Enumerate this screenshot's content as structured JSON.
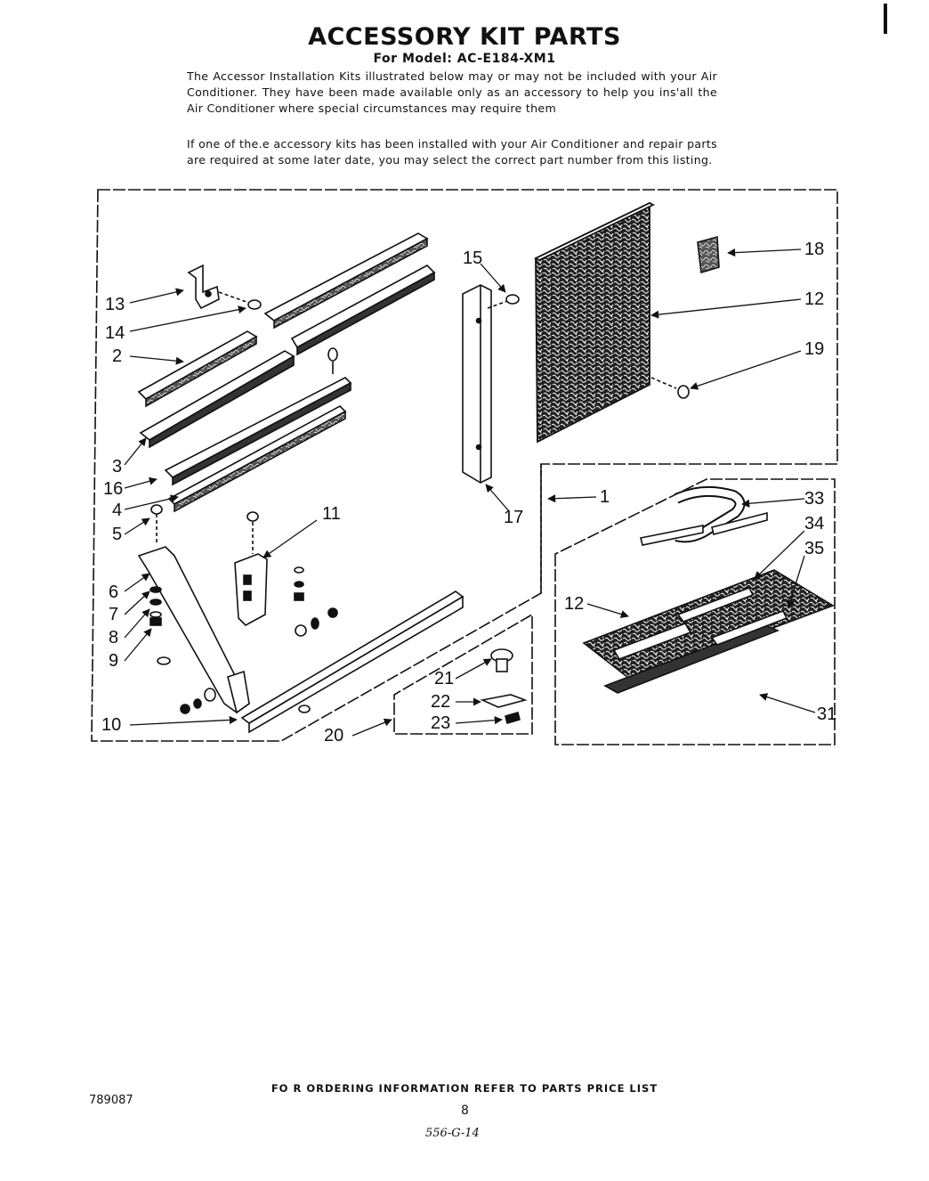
{
  "header": {
    "title": "ACCESSORY KIT PARTS",
    "model": "For Model: AC-E184-XM1"
  },
  "intro": {
    "paragraph1": "The Accessor Installation Kits illustrated below may or may not be included with your Air Conditioner. They have been made available only as an accessory to help you ins'all the Air Conditioner where special circumstances may require them",
    "paragraph2": "If one of the.e accessory kits has been installed with your Air Conditioner and repair parts are required at some later date, you may select the correct part number from this listing."
  },
  "diagram": {
    "callouts": {
      "c1": "1",
      "c2": "2",
      "c3": "3",
      "c4": "4",
      "c5": "5",
      "c6": "6",
      "c7": "7",
      "c8": "8",
      "c9": "9",
      "c10": "10",
      "c11": "11",
      "c12a": "12",
      "c12b": "12",
      "c13": "13",
      "c14": "14",
      "c15": "15",
      "c16": "16",
      "c17": "17",
      "c18": "18",
      "c19": "19",
      "c20": "20",
      "c21": "21",
      "c22": "22",
      "c23": "23",
      "c31": "31",
      "c33": "33",
      "c34": "34",
      "c35": "35"
    }
  },
  "footer": {
    "ordering": "FO R ORDERING INFORMATION REFER TO PARTS PRICE LIST",
    "doc_number": "789087",
    "page_number": "8",
    "handwritten": "556-G-14"
  }
}
